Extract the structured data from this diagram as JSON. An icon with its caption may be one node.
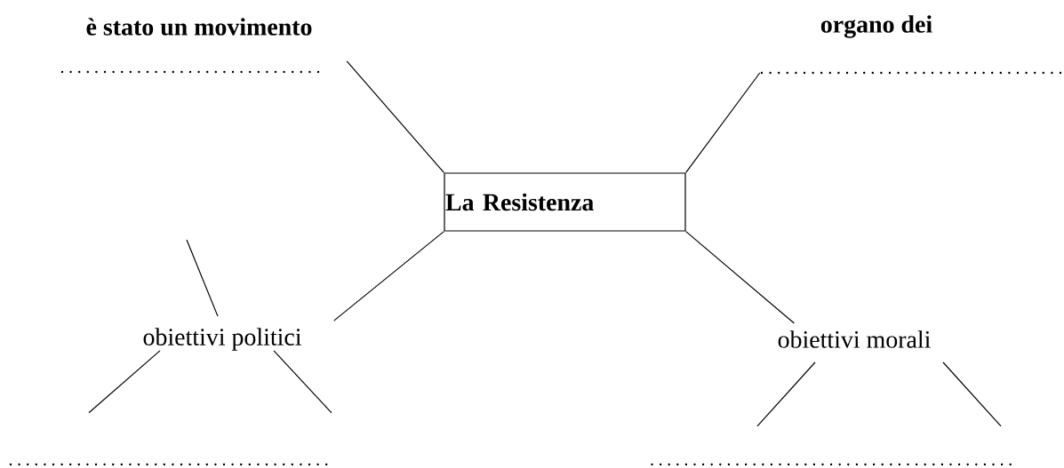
{
  "diagram": {
    "nodes": [
      {
        "text": [
          "La Resistenza"
        ]
      },
      {
        "text": [
          "è stato un movimento"
        ]
      },
      {
        "text": [],
        "shape": "line"
      },
      {
        "text": [
          "organo dei"
        ]
      },
      {
        "text": [],
        "shape": "line"
      },
      {
        "text": [
          "obiettivi politici"
        ]
      },
      {
        "text": [
          "obiettivi morali"
        ]
      },
      {
        "text": [],
        "shape": "line"
      },
      {
        "text": [],
        "shape": "line"
      }
    ],
    "edges": [
      {
        "from": 0,
        "to": 2,
        "arrow": "none"
      },
      {
        "from": 0,
        "to": 4,
        "arrow": "none"
      },
      {
        "from": 0,
        "to": 5,
        "arrow": "none"
      },
      {
        "from": 0,
        "to": 6,
        "arrow": "none"
      },
      {
        "from": null,
        "to": 5,
        "arrow": "none"
      },
      {
        "from": 5,
        "to": 7,
        "arrow": "none"
      },
      {
        "from": 5,
        "to": 7,
        "arrow": "none"
      },
      {
        "from": 6,
        "to": 8,
        "arrow": "none"
      },
      {
        "from": 6,
        "to": 8,
        "arrow": "none"
      }
    ]
  }
}
